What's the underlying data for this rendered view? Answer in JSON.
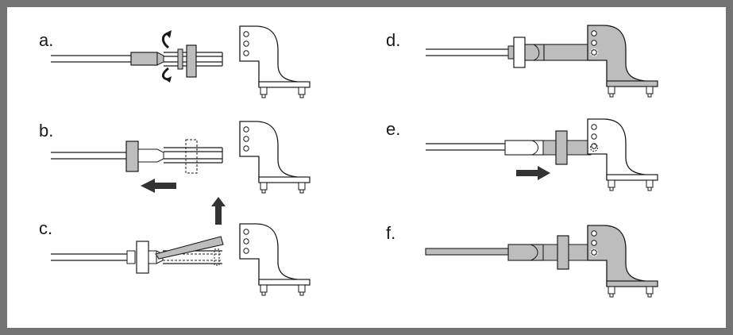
{
  "steps": [
    {
      "label": "a."
    },
    {
      "label": "b."
    },
    {
      "label": "c."
    },
    {
      "label": "d."
    },
    {
      "label": "e."
    },
    {
      "label": "f."
    }
  ],
  "colors": {
    "frame": "#737373",
    "part_fill": "#bdbdbd",
    "line": "#1a1a1a",
    "arrow": "#333333"
  }
}
